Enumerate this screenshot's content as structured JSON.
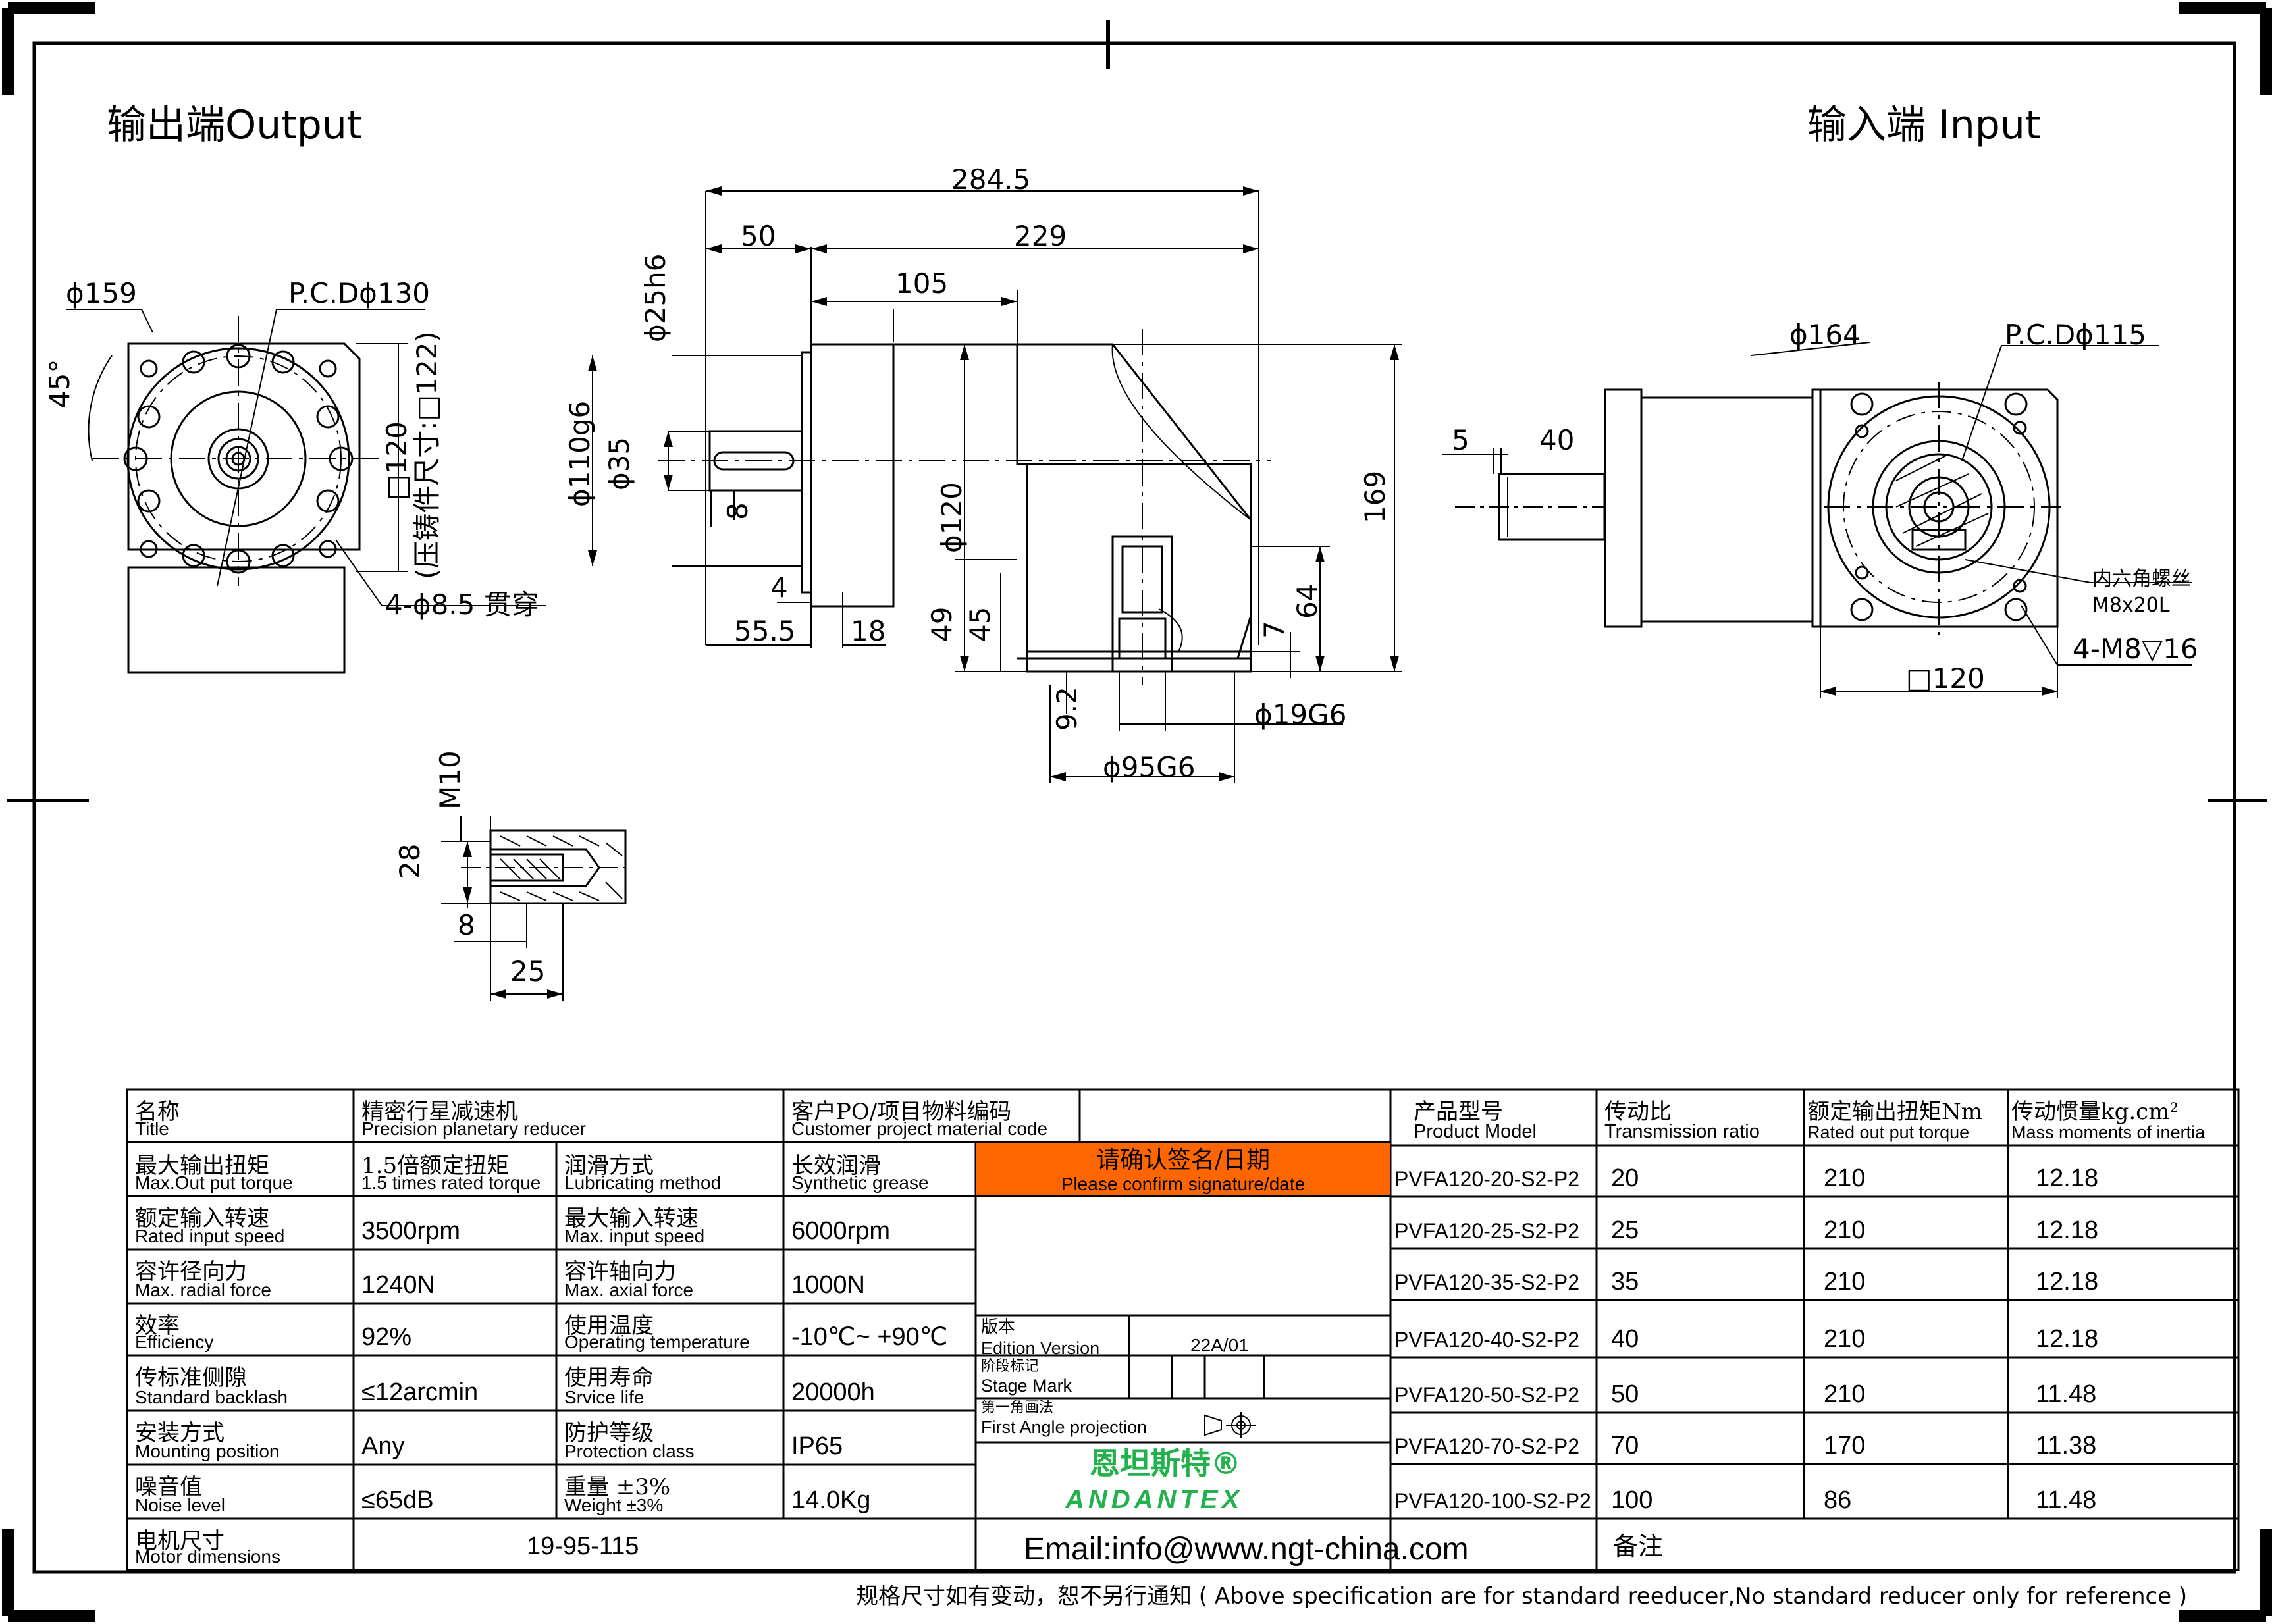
{
  "views": {
    "output_title": "输出端Output",
    "input_title": "输入端 Input"
  },
  "output_view": {
    "d159": "ϕ159",
    "pcd": "P.C.Dϕ130",
    "angle": "45°",
    "sq120": "□120",
    "cast": "(压铸件尺寸:□122)",
    "holes": "4-ϕ8.5 贯穿"
  },
  "side_view": {
    "d284": "284.5",
    "d50": "50",
    "d229": "229",
    "d105": "105",
    "d25": "ϕ25h6",
    "d110": "ϕ110g6",
    "d35": "ϕ35",
    "d8": "8",
    "d120": "ϕ120",
    "d169": "169",
    "d4": "4",
    "d555": "55.5",
    "d18": "18",
    "d49": "49",
    "d45": "45",
    "d7": "7",
    "d64": "64",
    "d92": "9.2",
    "d19": "ϕ19G6",
    "d95": "ϕ95G6"
  },
  "detail_view": {
    "m10": "M10",
    "d28": "28",
    "d8": "8",
    "d25": "25"
  },
  "input_view": {
    "d164": "ϕ164",
    "pcd": "P.C.Dϕ115",
    "d5": "5",
    "d40": "40",
    "screw_cn": "内六角螺丝",
    "screw_en": "M8x20L",
    "holes": "4-M8▽16",
    "sq120": "□120"
  },
  "table": {
    "title_cn": "名称",
    "title_en": "Title",
    "title_val_cn": "精密行星减速机",
    "title_val_en": "Precision planetary reducer",
    "po_cn": "客户PO/项目物料编码",
    "po_en": "Customer project material code",
    "confirm_cn": "请确认签名/日期",
    "confirm_en": "Please confirm signature/date",
    "specs": [
      {
        "cn": "最大输出扭矩",
        "en": "Max.Out put torque",
        "v1_cn": "1.5倍额定扭矩",
        "v1_en": "1.5 times rated torque",
        "p2_cn": "润滑方式",
        "p2_en": "Lubricating method",
        "v2_cn": "长效润滑",
        "v2_en": "Synthetic grease"
      },
      {
        "cn": "额定输入转速",
        "en": "Rated input speed",
        "v1": "3500rpm",
        "p2_cn": "最大输入转速",
        "p2_en": "Max. input speed",
        "v2": "6000rpm"
      },
      {
        "cn": "容许径向力",
        "en": "Max. radial force",
        "v1": "1240N",
        "p2_cn": "容许轴向力",
        "p2_en": "Max. axial force",
        "v2": "1000N"
      },
      {
        "cn": "效率",
        "en": "Efficiency",
        "v1": "92%",
        "p2_cn": "使用温度",
        "p2_en": "Operating temperature",
        "v2": "-10℃~ +90℃"
      },
      {
        "cn": "传标准侧隙",
        "en": "Standard backlash",
        "v1": "≤12arcmin",
        "p2_cn": "使用寿命",
        "p2_en": "Srvice life",
        "v2": "20000h"
      },
      {
        "cn": "安装方式",
        "en": "Mounting position",
        "v1": "Any",
        "p2_cn": "防护等级",
        "p2_en": "Protection class",
        "v2": "IP65"
      },
      {
        "cn": "噪音值",
        "en": "Noise level",
        "v1": "≤65dB",
        "p2_cn": "重量 ±3%",
        "p2_en": "Weight ±3%",
        "v2": "14.0Kg"
      }
    ],
    "motor_cn": "电机尺寸",
    "motor_en": "Motor dimensions",
    "motor_val": "19-95-115",
    "edition_cn": "版本",
    "edition_en": "Edition Version",
    "edition_val": "22A/01",
    "stage_cn": "阶段标记",
    "stage_en": "Stage Mark",
    "proj_cn": "第一角画法",
    "proj_en": "First Angle projection",
    "brand_cn": "恩坦斯特®",
    "brand_en": "ANDANTEX",
    "email": "Email:info@www.ngt-china.com",
    "remark": "备注",
    "model_head": {
      "model_cn": "产品型号",
      "model_en": "Product Model",
      "ratio_cn": "传动比",
      "ratio_en": "Transmission ratio",
      "torque_cn": "额定输出扭矩Nm",
      "torque_en": "Rated out put torque",
      "inertia_cn": "传动惯量kg.cm²",
      "inertia_en": "Mass moments of inertia"
    },
    "models": [
      {
        "model": "PVFA120-20-S2-P2",
        "ratio": "20",
        "torque": "210",
        "inertia": "12.18"
      },
      {
        "model": "PVFA120-25-S2-P2",
        "ratio": "25",
        "torque": "210",
        "inertia": "12.18"
      },
      {
        "model": "PVFA120-35-S2-P2",
        "ratio": "35",
        "torque": "210",
        "inertia": "12.18"
      },
      {
        "model": "PVFA120-40-S2-P2",
        "ratio": "40",
        "torque": "210",
        "inertia": "12.18"
      },
      {
        "model": "PVFA120-50-S2-P2",
        "ratio": "50",
        "torque": "210",
        "inertia": "11.48"
      },
      {
        "model": "PVFA120-70-S2-P2",
        "ratio": "70",
        "torque": "170",
        "inertia": "11.38"
      },
      {
        "model": "PVFA120-100-S2-P2",
        "ratio": "100",
        "torque": "86",
        "inertia": "11.48"
      }
    ],
    "footer": "规格尺寸如有变动，恕不另行通知 ( Above specification are for standard reeducer,No standard reducer only for reference )"
  },
  "colors": {
    "confirm_bg": "#ff6600",
    "brand_green": "#22b14c",
    "line": "#000000"
  }
}
